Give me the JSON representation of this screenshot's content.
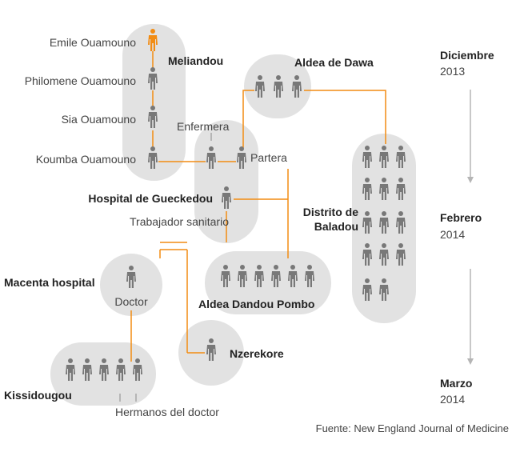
{
  "colors": {
    "bubble": "#e2e2e2",
    "person": "#787878",
    "patient_zero": "#f28c13",
    "link": "#f28c13",
    "arrow": "#b5b5b5"
  },
  "people": {
    "emile": "Emile Ouamouno",
    "philomene": "Philomene Ouamouno",
    "sia": "Sia Ouamouno",
    "koumba": "Koumba Ouamouno"
  },
  "places": {
    "meliandou": "Meliandou",
    "aldea_dawa": "Aldea de Dawa",
    "hospital_gueckedou": "Hospital de Gueckedou",
    "distrito_baladou_1": "Distrito de",
    "distrito_baladou_2": "Baladou",
    "macenta": "Macenta hospital",
    "aldea_dandou": "Aldea Dandou Pombo",
    "nzerekore": "Nzerekore",
    "kissidougou": "Kissidougou"
  },
  "roles": {
    "enfermera": "Enfermera",
    "partera": "Partera",
    "trabajador": "Trabajador sanitario",
    "doctor": "Doctor",
    "hermanos": "Hermanos del doctor"
  },
  "timeline": {
    "m1": "Diciembre",
    "y1": "2013",
    "m2": "Febrero",
    "y2": "2014",
    "m3": "Marzo",
    "y3": "2014"
  },
  "source": "Fuente: New England Journal of Medicine"
}
